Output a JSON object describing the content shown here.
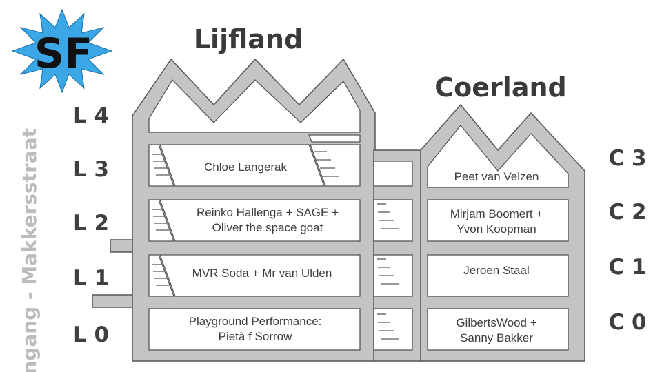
{
  "logo": {
    "text": "SF"
  },
  "buildings": {
    "left": {
      "title": "Lijfland"
    },
    "right": {
      "title": "Coerland"
    }
  },
  "street_label": "Ingang - Makkersstraat",
  "levels": {
    "left": [
      "L 4",
      "L 3",
      "L 2",
      "L 1",
      "L 0"
    ],
    "right": [
      "C 3",
      "C 2",
      "C 1",
      "C 0"
    ]
  },
  "rooms": {
    "l3": [
      "Chloe Langerak"
    ],
    "l2": [
      "Reinko Hallenga + SAGE +",
      "Oliver the space goat"
    ],
    "l1": [
      "MVR Soda + Mr van Ulden"
    ],
    "l0": [
      "Playground Performance:",
      "Pietà f Sorrow"
    ],
    "c3": [
      "Peet van Velzen"
    ],
    "c2": [
      "Mirjam Boomert +",
      "Yvon Koopman"
    ],
    "c1": [
      "Jeroen Staal"
    ],
    "c0": [
      "GilbertsWood +",
      "Sanny Bakker"
    ]
  },
  "colors": {
    "wall": "#c4c4c4",
    "outline": "#555555",
    "room": "#ffffff",
    "star": "#3ba7e6",
    "title_text": "#3a3a3a",
    "street_text": "#bcbcbc"
  },
  "icons": {
    "logo": "starburst-logo-icon",
    "stairs": "staircase-icon"
  }
}
